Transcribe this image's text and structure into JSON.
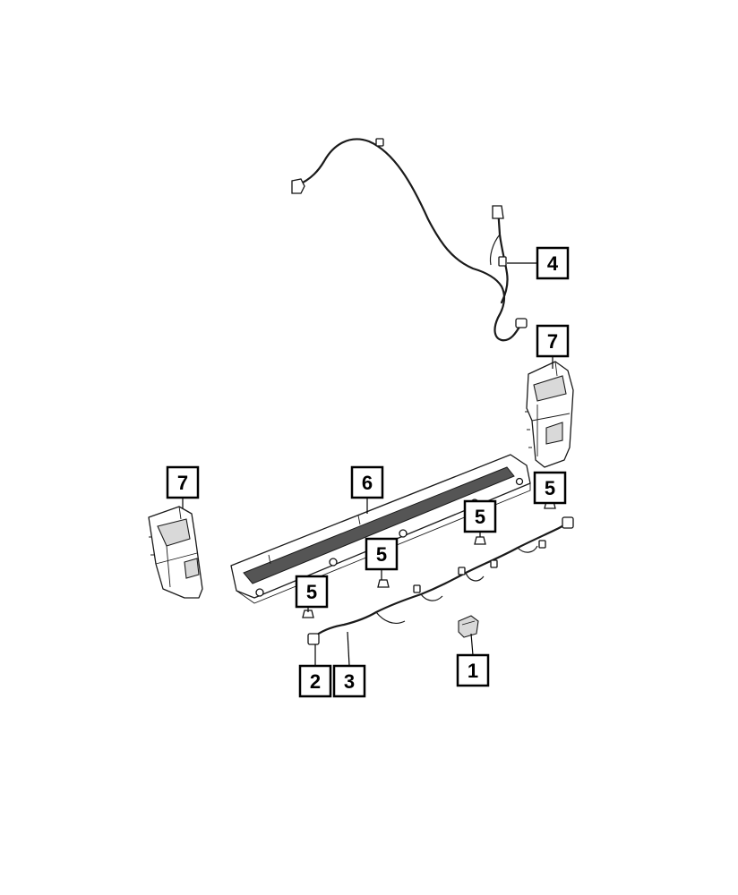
{
  "diagram": {
    "callouts": [
      {
        "id": "c4",
        "label": "4"
      },
      {
        "id": "c7a",
        "label": "7"
      },
      {
        "id": "c7b",
        "label": "7"
      },
      {
        "id": "c6",
        "label": "6"
      },
      {
        "id": "c5a",
        "label": "5"
      },
      {
        "id": "c5b",
        "label": "5"
      },
      {
        "id": "c5c",
        "label": "5"
      },
      {
        "id": "c5d",
        "label": "5"
      },
      {
        "id": "c2",
        "label": "2"
      },
      {
        "id": "c3",
        "label": "3"
      },
      {
        "id": "c1",
        "label": "1"
      }
    ]
  }
}
